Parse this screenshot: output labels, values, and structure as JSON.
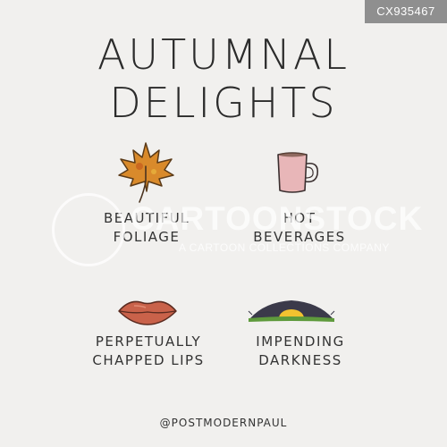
{
  "badge": {
    "id": "CX935467"
  },
  "title": "AUTUMNAL DELIGHTS",
  "items": [
    {
      "icon": "maple-leaf-icon",
      "caption": [
        "BEAUTIFUL",
        "FOLIAGE"
      ]
    },
    {
      "icon": "mug-icon",
      "caption": [
        "HOT",
        "BEVERAGES"
      ]
    },
    {
      "icon": "lips-icon",
      "caption": [
        "PERPETUALLY",
        "CHAPPED LIPS"
      ]
    },
    {
      "icon": "sunset-icon",
      "caption": [
        "IMPENDING",
        "DARKNESS"
      ]
    }
  ],
  "watermark": {
    "text": "CARTOONSTOCK",
    "subtext": "A CARTOON COLLECTIONS COMPANY"
  },
  "credit": "@POSTMODERNPAUL",
  "colors": {
    "background": "#f1f0ee",
    "leaf": "#d98a2b",
    "mug": "#e8b6b8",
    "lips": "#c9624a",
    "sun": "#f2c230",
    "dark_sky": "#3b3a4a",
    "ground": "#5e9a3c",
    "badge": "#8f8f8f"
  }
}
